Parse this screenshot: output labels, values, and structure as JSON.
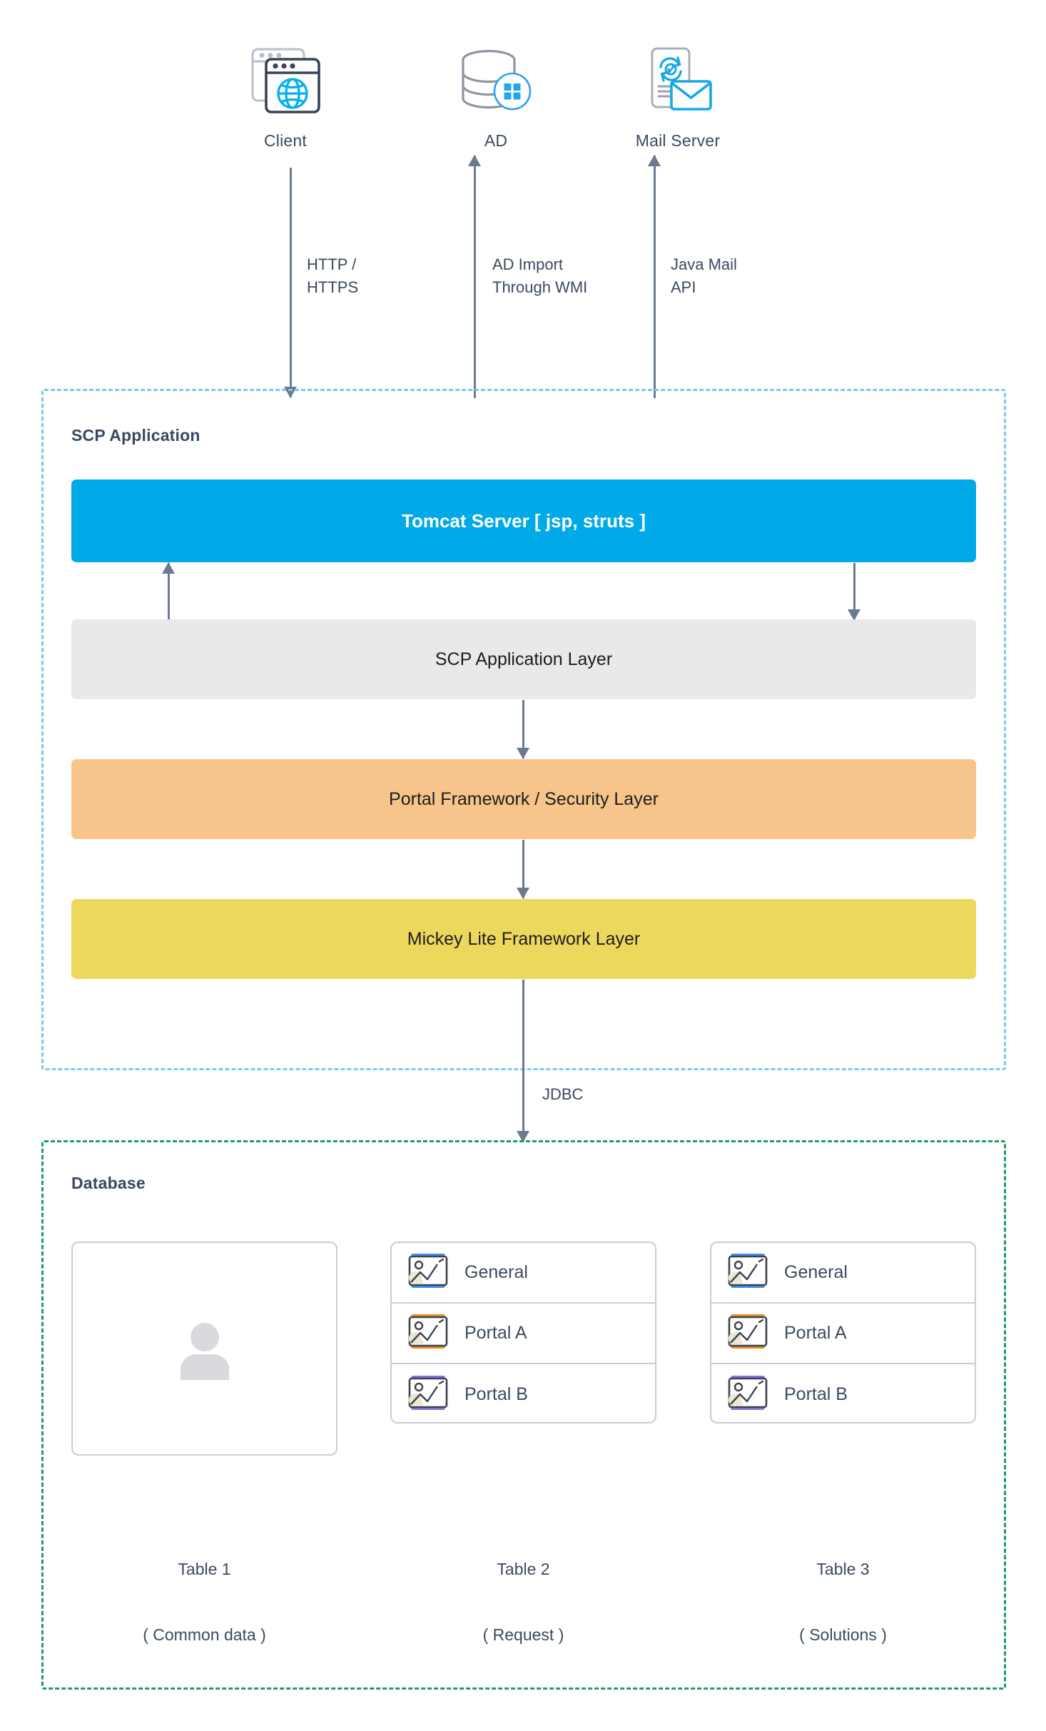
{
  "external_nodes": [
    {
      "id": "client",
      "label": "Client",
      "icon": "browser-globe-icon"
    },
    {
      "id": "ad",
      "label": "AD",
      "icon": "database-windows-icon"
    },
    {
      "id": "mail",
      "label": "Mail Server",
      "icon": "document-mail-sync-icon"
    }
  ],
  "connectors": [
    {
      "id": "http",
      "label": "HTTP /\nHTTPS",
      "direction": "down"
    },
    {
      "id": "adimport",
      "label": "AD Import\nThrough WMI",
      "direction": "up"
    },
    {
      "id": "javamail",
      "label": "Java Mail\nAPI",
      "direction": "up"
    },
    {
      "id": "jdbc",
      "label": "JDBC",
      "direction": "down"
    }
  ],
  "scp_group": {
    "title": "SCP Application",
    "border_color": "#7ec8f0",
    "layers": [
      {
        "id": "tomcat",
        "label": "Tomcat Server [ jsp, struts ]",
        "color": "#00a9e8",
        "text_color": "#ffffff"
      },
      {
        "id": "app",
        "label": "SCP Application Layer",
        "color": "#e9e9e9",
        "text_color": "#1d1d1d"
      },
      {
        "id": "portal",
        "label": "Portal Framework / Security Layer",
        "color": "#f7c48c",
        "text_color": "#1d1d1d"
      },
      {
        "id": "mickey",
        "label": "Mickey Lite Framework Layer",
        "color": "#edd85e",
        "text_color": "#1d1d1d"
      }
    ]
  },
  "database_group": {
    "title": "Database",
    "border_color": "#1b9e5f",
    "tables": [
      {
        "id": "table1",
        "caption_name": "Table 1",
        "caption_desc": "( Common data )",
        "kind": "avatar",
        "rows": []
      },
      {
        "id": "table2",
        "caption_name": "Table 2",
        "caption_desc": "( Request )",
        "kind": "list",
        "rows": [
          {
            "label": "General",
            "accent": "#3d8ff2",
            "icon": "image-icon"
          },
          {
            "label": "Portal A",
            "accent": "#f08a1d",
            "icon": "image-icon"
          },
          {
            "label": "Portal B",
            "accent": "#8a6fe0",
            "icon": "image-icon"
          }
        ]
      },
      {
        "id": "table3",
        "caption_name": "Table 3",
        "caption_desc": "( Solutions )",
        "kind": "list",
        "rows": [
          {
            "label": "General",
            "accent": "#3d8ff2",
            "icon": "image-icon"
          },
          {
            "label": "Portal A",
            "accent": "#f08a1d",
            "icon": "image-icon"
          },
          {
            "label": "Portal B",
            "accent": "#8a6fe0",
            "icon": "image-icon"
          }
        ]
      }
    ]
  },
  "colors": {
    "arrow": "#6b7a90",
    "text": "#3b4a61",
    "accent_blue": "#00a9e8",
    "scp_border": "#7ec8f0",
    "db_border": "#1b9e5f"
  }
}
